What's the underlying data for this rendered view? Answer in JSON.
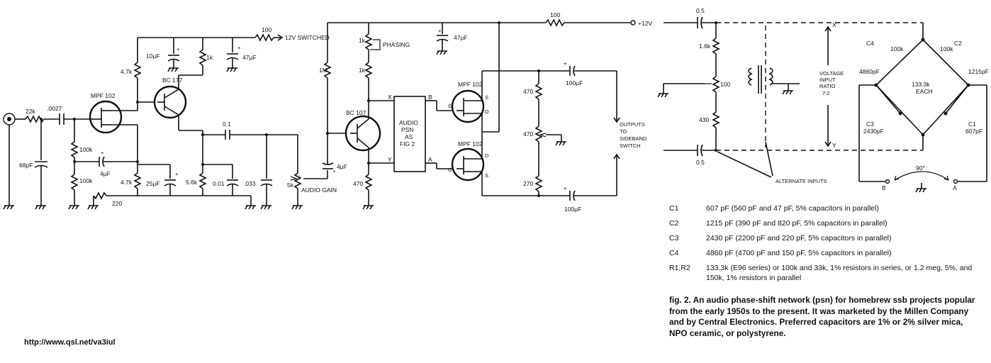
{
  "url": "http://www.qsl.net/va3iul",
  "schematic": {
    "labels": {
      "r_100_top": "100",
      "supply_12v_switched": "12V SWITCHED",
      "r_4_7k_top": "4.7k",
      "c_10uf": "10µF",
      "r_1k_q2": "1k",
      "c_47uf_left": "47µF",
      "q2_name": "BC 177",
      "q1_name": "MPF 102",
      "r_22k": "22k",
      "c_0027": ".0027",
      "c_68pf": "68pF",
      "r_100k_a": "100k",
      "r_100k_b": "100k",
      "c_4uf_left": "4µF",
      "r_4_7k_src": "4.7k",
      "c_25uf": "25µF",
      "r_5_6k": "5.6k",
      "r_220": "220",
      "c_0_1": "0.1",
      "c_001": "0.01",
      "c_033": ".033",
      "pot_5k": "5k",
      "audio_gain": "AUDIO GAIN",
      "r_1m": "1M",
      "c_4uf_mid": "4µF",
      "q3_name": "BC 107",
      "r_1k_phase": "1k",
      "phasing": "PHASING",
      "r_1k_b": "1k",
      "c_47uf_mid": "47µF",
      "r_470_emit": "470",
      "psn_line1": "AUDIO",
      "psn_line2": "PSN",
      "psn_line3": "AS",
      "psn_line4": "FIG 2",
      "psn_x": "X",
      "psn_y": "Y",
      "psn_b": "B",
      "psn_a": "A",
      "q4_name": "MPF 102",
      "q5_name": "MPF 102",
      "pin_g1": "G",
      "pin_s1": "S",
      "pin_d1": "D",
      "pin_g2": "G",
      "pin_d2": "D",
      "pin_s2": "S",
      "r_100_right": "100",
      "supply_12v": "+12V",
      "c_100uf_top": "100µF",
      "c_100uf_bot": "100µF",
      "r_470_a": "470",
      "r_470_b": "470",
      "r_270": "270",
      "outputs_1": "OUTPUTS",
      "outputs_2": "TO",
      "outputs_3": "SIDEBAND",
      "outputs_4": "SWITCH",
      "n_c05_top": "0.5",
      "n_c05_bot": "0.5",
      "n_r16k": "1.6k",
      "n_r100": "100",
      "n_r430": "430",
      "n_x": "X",
      "n_y": "Y",
      "n_vr1": "VOLTAGE",
      "n_vr2": "INPUT",
      "n_vr3": "RATIO",
      "n_vr4": "7:2",
      "n_c4": "C4",
      "n_c4v": "4860pF",
      "n_c2": "C2",
      "n_c2v": "1215pF",
      "n_c3": "C3",
      "n_c3v": "2430pF",
      "n_c1": "C1",
      "n_c1v": "607pF",
      "n_r100k_l": "100k",
      "n_r100k_r": "100k",
      "n_r133": "133.3k",
      "n_each": "EACH",
      "n_alt": "ALTERNATE INPUTS",
      "n_90": "90°",
      "n_b": "B",
      "n_a": "A"
    }
  },
  "parts_list": [
    {
      "ref": "C1",
      "value": "607 pF (560 pF and 47 pF, 5% capacitors in parallel)"
    },
    {
      "ref": "C2",
      "value": "1215 pF (390 pF and 820 pF, 5% capacitors in parallel)"
    },
    {
      "ref": "C3",
      "value": "2430 pF (2200 pF and 220 pF, 5% capacitors in parallel)"
    },
    {
      "ref": "C4",
      "value": "4860 pF (4700 pF and 150 pF, 5% capacitors in parallel)"
    },
    {
      "ref": "R1,R2",
      "value": "133.3k (E96 series) or 100k and 33k, 1% resistors in series, or 1.2 meg, 5%, and 150k, 1% resistors in parallel"
    }
  ],
  "caption": "fig. 2. An audio phase-shift network (psn) for homebrew ssb projects popular from the early 1950s to the present. It was marketed by the Millen Company and by Central Electronics. Preferred capacitors are 1% or 2% silver mica, NPO ceramic, or polystyrene."
}
